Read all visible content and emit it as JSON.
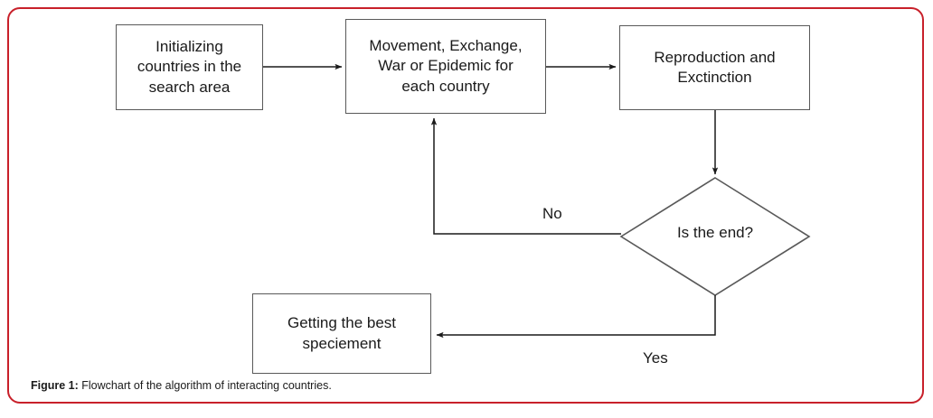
{
  "figure": {
    "caption_prefix": "Figure 1:",
    "caption_text": " Flowchart of the algorithm of interacting countries.",
    "frame_color": "#c8202a",
    "stroke_color": "#595959",
    "text_color": "#1a1a1a"
  },
  "chart_data": {
    "type": "diagram",
    "diagram_kind": "flowchart",
    "title": "Flowchart of the algorithm of interacting countries",
    "nodes": [
      {
        "id": "initialize",
        "shape": "rect",
        "label": "Initializing\ncountries in the\nsearch area"
      },
      {
        "id": "operations",
        "shape": "rect",
        "label": "Movement, Exchange,\nWar or Epidemic for\neach country"
      },
      {
        "id": "reproduction",
        "shape": "rect",
        "label": "Reproduction and\nExctinction"
      },
      {
        "id": "is-the-end",
        "shape": "diamond",
        "label": "Is the end?"
      },
      {
        "id": "best-specimen",
        "shape": "rect",
        "label": "Getting the best\nspeciement"
      }
    ],
    "edges": [
      {
        "from": "initialize",
        "to": "operations",
        "label": ""
      },
      {
        "from": "operations",
        "to": "reproduction",
        "label": ""
      },
      {
        "from": "reproduction",
        "to": "is-the-end",
        "label": ""
      },
      {
        "from": "is-the-end",
        "to": "operations",
        "label": "No"
      },
      {
        "from": "is-the-end",
        "to": "best-specimen",
        "label": "Yes"
      }
    ],
    "edge_labels": {
      "no": "No",
      "yes": "Yes"
    }
  }
}
